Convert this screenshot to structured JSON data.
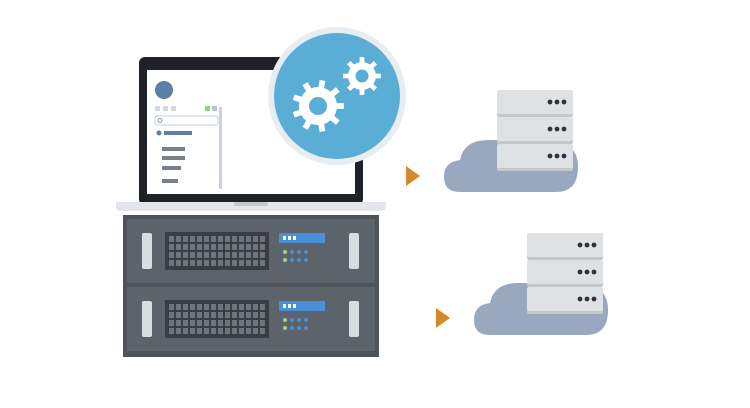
{
  "colors": {
    "background": "#ffffff",
    "laptop_bezel": "#1e2226",
    "laptop_base": "#e3e7eb",
    "screen": "#ffffff",
    "sidebar_line": "#c9d3de",
    "avatar": "#5b7fa6",
    "menu_item": "#7a8088",
    "gear_badge": "#5aaed6",
    "gear_badge_ring": "#e8edf1",
    "gear": "#ffffff",
    "rack_frame": "#4e5359",
    "rack_unit": "#5d636a",
    "rack_vent": "#3a3e43",
    "rack_grill": "#6e747b",
    "led_blue": "#4a90d9",
    "led_green": "#9bd27a",
    "handle": "#d8dde2",
    "arrow": "#d48a2a",
    "cloud": "#9aa8bf",
    "server_unit": "#dfe2e5",
    "server_unit_shadow": "#c3c8cd",
    "server_dot": "#2f3338"
  },
  "icons": {
    "gears": "gears-icon",
    "search": "search-icon",
    "user": "user-avatar-icon",
    "cloud_server": "cloud-server-icon",
    "arrow": "arrow-right-icon",
    "rack": "rack-server-icon"
  },
  "illustration": {
    "laptop_menu_items": 5,
    "rack_units": 2,
    "cloud_targets": 2,
    "server_units_per_cloud": 3
  }
}
